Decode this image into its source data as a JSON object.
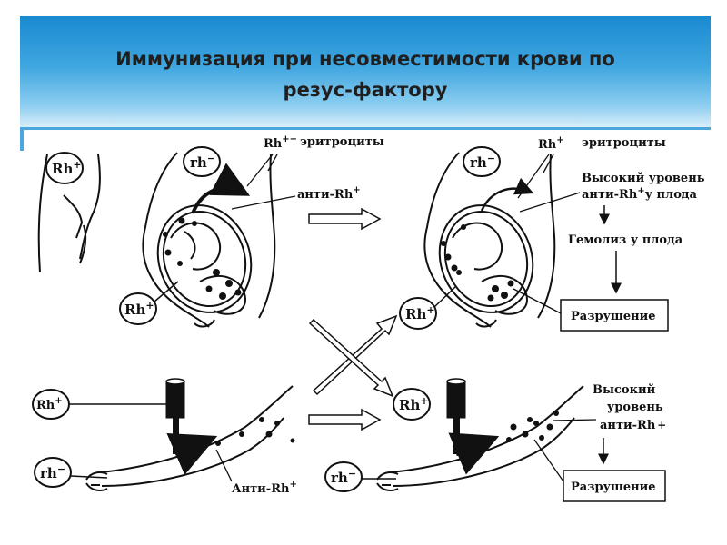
{
  "slide": {
    "title_line1": "Иммунизация при несовместимости крови по",
    "title_line2": "резус-фактору"
  },
  "diagram": {
    "rh_plus": "Rh",
    "rh_minus": "rh",
    "sup_plus": "+",
    "sup_minus": "−",
    "sup_plus_minus": "+−",
    "erythrocytes": "эритроциты",
    "anti_rh_upper": "анти-Rh",
    "anti_rh_lower": "Анти-Rh",
    "high_level_line1": "Высокий уровень",
    "high_level_line2": "анти-Rh",
    "high_level_line2_tail": "у плода",
    "hemolysis": "Гемолиз у плода",
    "destruction": "Разрушение",
    "high_word": "Высокий",
    "level_word": "уровень",
    "anti_rh_small": "анти-Rh"
  }
}
